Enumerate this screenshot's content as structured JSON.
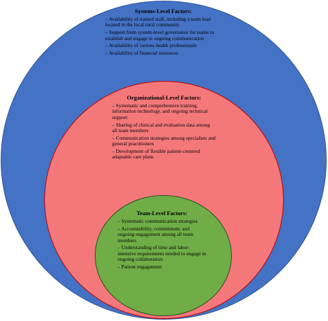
{
  "colors": {
    "systems": "#4472c4",
    "organizational": "#f4787a",
    "team": "#70ad47",
    "text": "#000000"
  },
  "systems": {
    "title": "Systems-Level Factors:",
    "items": [
      "– Availability of trained staff, including a team lead located in the local rural community",
      "– Support from system-level governance for teams to establish and engage in ongoing communication",
      "– Availability of various health professionals",
      "– Availability of financial resources"
    ]
  },
  "organizational": {
    "title": "Organizational-Level Factors:",
    "items": [
      "– Systematic and comprehensive training, information technology, and ongoing technical support",
      "– Sharing of clinical and evaluation data among all team members",
      "– Communication strategies among specialists and general practitioners",
      "– Development of flexible patient-centered adaptable care plans"
    ]
  },
  "team": {
    "title": "Team-Level Factors:",
    "items": [
      "– Systematic communication strategies",
      "– Accountability, commitment, and ongoing engagement among all team members",
      "– Understanding of time and labor-intensive requirements needed to engage in ongoing collaboration",
      "– Patient engagement"
    ]
  }
}
